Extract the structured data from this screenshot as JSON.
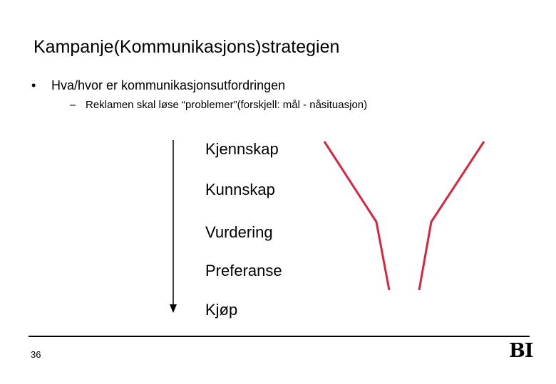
{
  "slide": {
    "title": "Kampanje(Kommunikasjons)strategien",
    "bullet": {
      "marker": "•",
      "text": "Hva/hvor er kommunikasjonsutfordringen"
    },
    "sub_bullet": {
      "marker": "–",
      "text": "Reklamen skal løse “problemer”(forskjell: mål - nåsituasjon)"
    },
    "stages": [
      "Kjennskap",
      "Kunnskap",
      "Vurdering",
      "Preferanse",
      "Kjøp"
    ],
    "page_number": "36",
    "logo_text": "BI",
    "colors": {
      "accent_line": "#d7263d",
      "arrow": "#000000",
      "text": "#000000"
    }
  }
}
